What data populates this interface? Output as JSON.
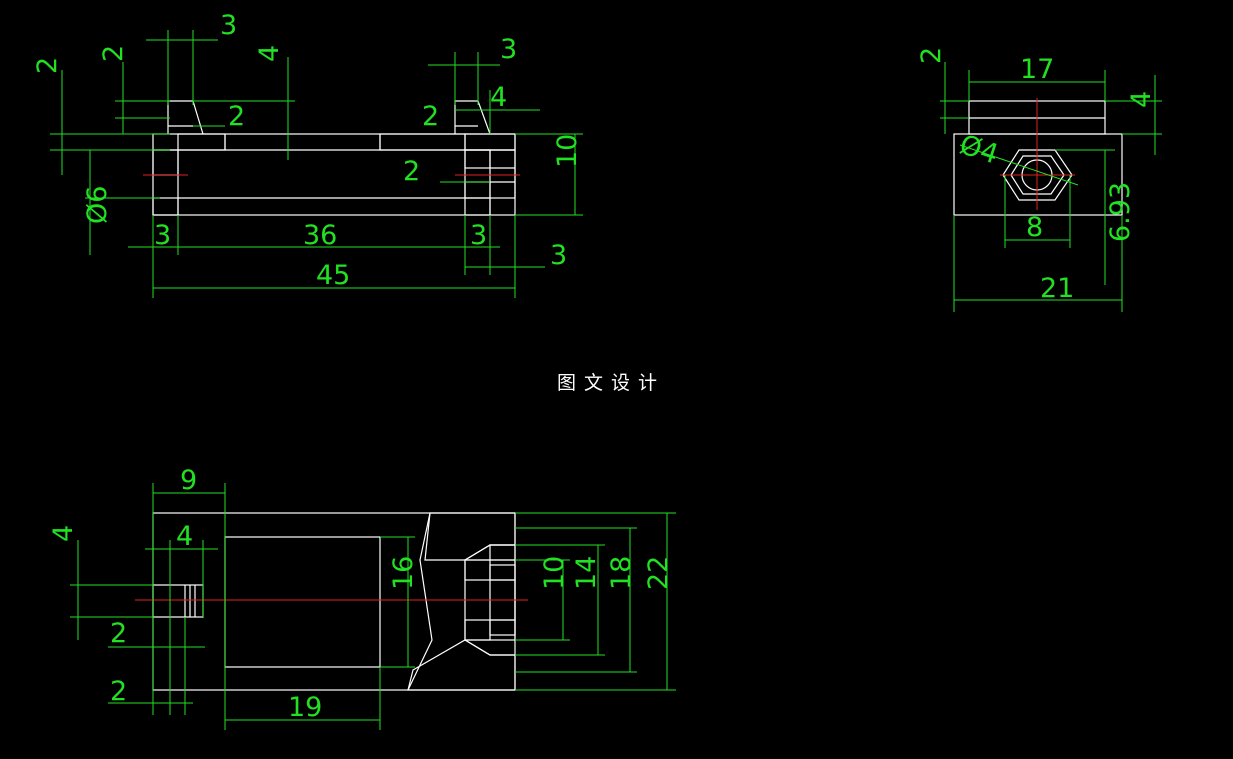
{
  "title": "图文设计",
  "colors": {
    "background": "#000000",
    "geometry": "#ffffff",
    "dimension": "#22e022",
    "centerline": "#e02020"
  },
  "front_view": {
    "dims": [
      "3",
      "2",
      "4",
      "2",
      "3",
      "2",
      "4",
      "2",
      "2",
      "10",
      "Ø6",
      "3",
      "36",
      "3",
      "3",
      "45"
    ]
  },
  "side_view": {
    "dims": [
      "2",
      "17",
      "4",
      "Ø4",
      "8",
      "6.93",
      "21"
    ]
  },
  "top_view": {
    "dims": [
      "9",
      "4",
      "4",
      "2",
      "2",
      "16",
      "19",
      "10",
      "14",
      "18",
      "22"
    ]
  }
}
